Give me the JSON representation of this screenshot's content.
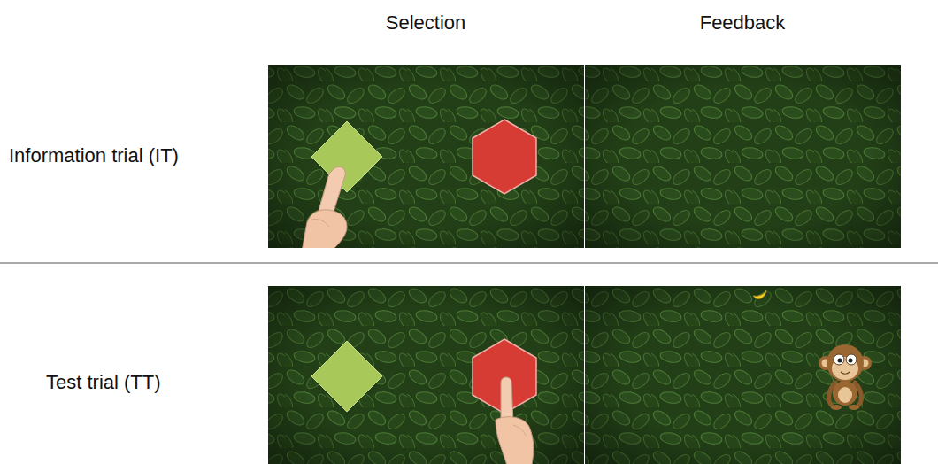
{
  "diagram": {
    "labels": [
      "Selection",
      "Feedback",
      "Information trial (IT)",
      "Test trial (TT)"
    ]
  }
}
